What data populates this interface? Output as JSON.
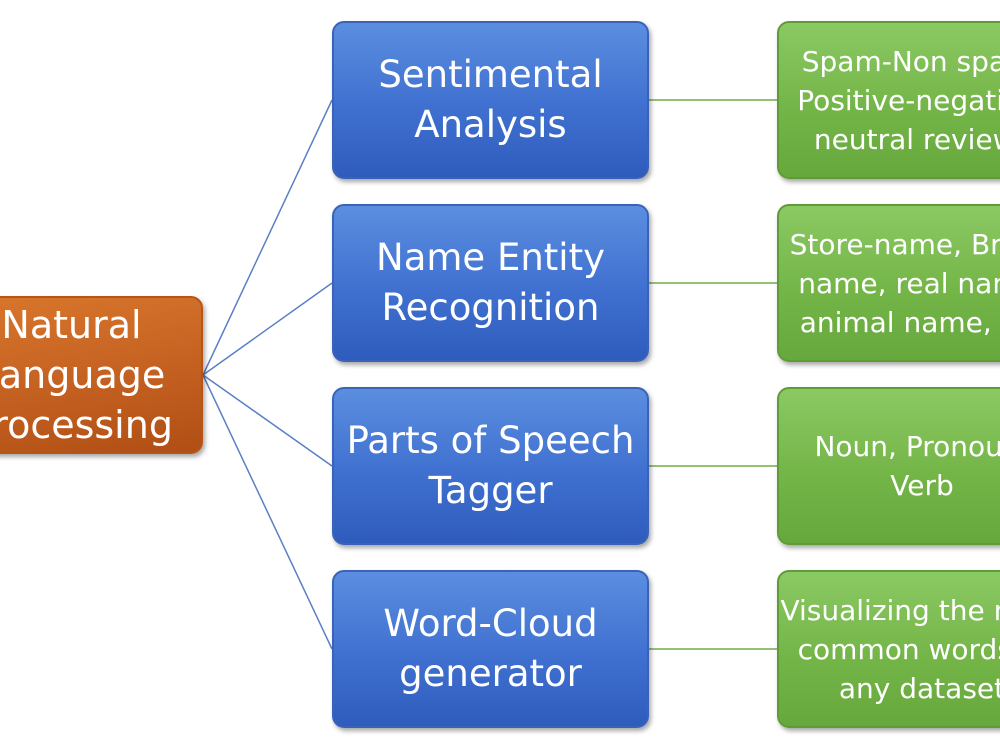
{
  "root": {
    "label": "Natural\nLanguage\nProcessing",
    "color": "#c86524"
  },
  "categories": [
    {
      "label": "Sentimental\nAnalysis",
      "detail": "Spam-Non spam,\nPositive-negative,\nneutral reviews"
    },
    {
      "label": "Name Entity\nRecognition",
      "detail": "Store-name, Brand\nname, real name,\nanimal name, etc"
    },
    {
      "label": "Parts of Speech\nTagger",
      "detail": "Noun, Pronoun,\nVerb"
    },
    {
      "label": "Word-Cloud\ngenerator",
      "detail": "Visualizing the most\ncommon words in\nany dataset"
    }
  ],
  "colors": {
    "root": "#c86524",
    "category": "#4472c4",
    "detail": "#70ad47",
    "connector": "#5b7fc7",
    "detail_connector": "#70ad47"
  }
}
